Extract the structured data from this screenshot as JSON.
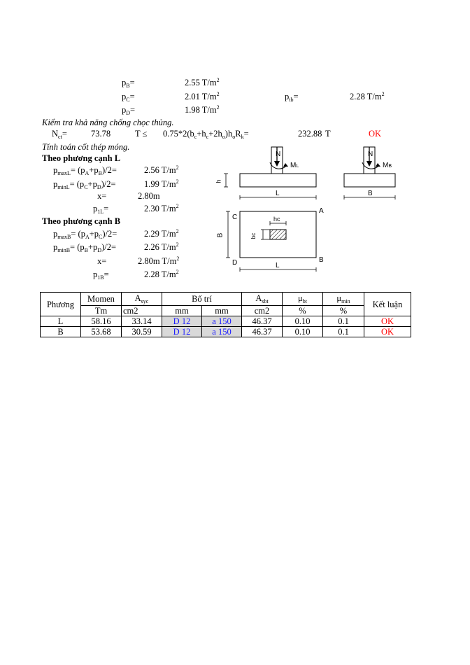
{
  "pressures": {
    "pB": {
      "label": "p",
      "sub": "B",
      "eq": "=",
      "value": "2.55",
      "unit": "T/m",
      "exp": "2"
    },
    "pC": {
      "label": "p",
      "sub": "C",
      "eq": "=",
      "value": "2.01",
      "unit": "T/m",
      "exp": "2"
    },
    "pD": {
      "label": "p",
      "sub": "D",
      "eq": "=",
      "value": "1.98",
      "unit": "T/m",
      "exp": "2"
    },
    "ptb": {
      "label": "p",
      "sub": "tb",
      "eq": "=",
      "value": "2.28",
      "unit": "T/m",
      "exp": "2"
    }
  },
  "punching": {
    "heading": "Kiểm tra khả năng chống chọc thủng.",
    "nct_label": "N",
    "nct_sub": "ct",
    "nct_eq": "=",
    "nct_value": "73.78",
    "T_le": "T ≤",
    "formula_a": "0.75*2(b",
    "formula_sub_c": "c",
    "formula_b": "+h",
    "formula_sub_c2": "c",
    "formula_c": "+2h",
    "formula_sub_o": "o",
    "formula_d": ")h",
    "formula_sub_o2": "o",
    "formula_e": "R",
    "formula_sub_k": "k",
    "formula_f": "=",
    "result_value": "232.88",
    "result_unit": "T",
    "status": "OK"
  },
  "reinforcement_heading": "Tính toán cốt thép móng.",
  "side_L": {
    "heading": "Theo phương cạnh L",
    "pmax": {
      "label": "p",
      "sub": "maxL",
      "expr": "= (p",
      "s1": "A",
      "mid": "+p",
      "s2": "B",
      "end": ")/2=",
      "value": "2.56",
      "unit": "T/m",
      "exp": "2"
    },
    "pmin": {
      "label": "p",
      "sub": "minL",
      "expr": "= (p",
      "s1": "C",
      "mid": "+p",
      "s2": "D",
      "end": ")/2=",
      "value": "1.99",
      "unit": "T/m",
      "exp": "2"
    },
    "x": {
      "label": "x=",
      "value": "2.80m"
    },
    "p1": {
      "label": "p",
      "sub": "1L",
      "eq": "=",
      "value": "2.30",
      "unit": "T/m",
      "exp": "2"
    }
  },
  "side_B": {
    "heading": "Theo phương cạnh B",
    "pmax": {
      "label": "p",
      "sub": "maxB",
      "expr": "= (p",
      "s1": "A",
      "mid": "+p",
      "s2": "C",
      "end": ")/2=",
      "value": "2.29",
      "unit": "T/m",
      "exp": "2"
    },
    "pmin": {
      "label": "p",
      "sub": "minB",
      "expr": "= (p",
      "s1": "B",
      "mid": "+p",
      "s2": "D",
      "end": ")/2=",
      "value": "2.26",
      "unit": "T/m",
      "exp": "2"
    },
    "x": {
      "label": "x=",
      "value": "2.80m",
      "unit": "T/m",
      "exp": "2"
    },
    "p1": {
      "label": "p",
      "sub": "1B",
      "eq": "=",
      "value": "2.28",
      "unit": "T/m",
      "exp": "2"
    }
  },
  "diagram": {
    "N": "N",
    "ML": "M",
    "ML_sub": "L",
    "MB": "M",
    "MB_sub": "B",
    "h": "h",
    "L1": "L",
    "B1": "B",
    "C": "C",
    "A": "A",
    "D": "D",
    "Bc": "B",
    "hc": "hc",
    "bc": "bc",
    "Bside": "B",
    "L2": "L"
  },
  "table": {
    "headers": {
      "phuong": "Phương",
      "momen": "Momen",
      "asyc": "A",
      "asyc_sub": "syc",
      "botri": "Bố trí",
      "asbt": "A",
      "asbt_sub": "sbt",
      "mubt": "μ",
      "mubt_sub": "bt",
      "mumin": "μ",
      "mumin_sub": "min",
      "ketluan": "Kết luận"
    },
    "units": {
      "momen": "Tm",
      "asyc": "cm2",
      "d": "mm",
      "a": "mm",
      "asbt": "cm2",
      "mubt": "%",
      "mumin": "%"
    },
    "rows": [
      {
        "phuong": "L",
        "momen": "58.16",
        "asyc": "33.14",
        "d": "D 12",
        "a": "a 150",
        "asbt": "46.37",
        "mubt": "0.10",
        "mumin": "0.1",
        "ketluan": "OK"
      },
      {
        "phuong": "B",
        "momen": "53.68",
        "asyc": "30.59",
        "d": "D 12",
        "a": "a 150",
        "asbt": "46.37",
        "mubt": "0.10",
        "mumin": "0.1",
        "ketluan": "OK"
      }
    ]
  }
}
